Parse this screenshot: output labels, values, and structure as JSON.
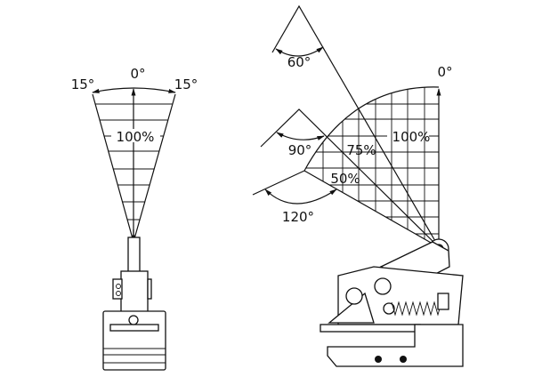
{
  "front_view": {
    "angle_center": "0°",
    "angle_left": "15°",
    "angle_right": "15°",
    "capacity": "100%"
  },
  "side_view": {
    "angle_center": "0°",
    "angle_60": "60°",
    "angle_90": "90°",
    "angle_120": "120°",
    "capacity_100": "100%",
    "capacity_75": "75%",
    "capacity_50": "50%"
  },
  "colors": {
    "line": "#111111",
    "background": "#ffffff"
  }
}
